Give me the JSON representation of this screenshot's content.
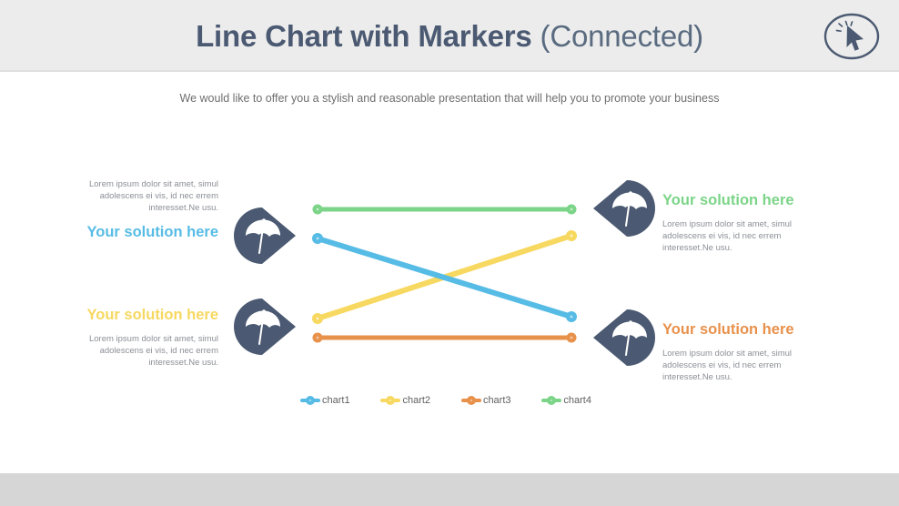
{
  "header": {
    "title_bold": "Line Chart with Markers",
    "title_light": "(Connected)",
    "logo_icon": "cursor-click-icon"
  },
  "subtitle": "We would like to offer you a stylish and reasonable presentation that will help you to promote your business",
  "colors": {
    "chart1_blue": "#57BCE5",
    "chart2_yellow": "#F7D860",
    "chart3_orange": "#E8914B",
    "chart4_green": "#7BD488",
    "icon_navy": "#4B5A72",
    "title_navy": "#4B5A72",
    "header_band": "#ECECEC",
    "footer_band": "#D6D6D6",
    "lorem_gray": "#8B8F96"
  },
  "lorem_text": "Lorem  ipsum dolor sit amet,  simul adolescens  ei vis, id nec errem interesset.Ne   usu.",
  "callouts": [
    {
      "id": "left-top",
      "heading": "Your solution here",
      "heading_color": "#57BCE5",
      "body": "Lorem  ipsum dolor sit amet,  simul adolescens  ei vis, id nec errem interesset.Ne   usu.",
      "icon": "beach-umbrella-icon",
      "align": "right"
    },
    {
      "id": "left-bottom",
      "heading": "Your solution here",
      "heading_color": "#F7D860",
      "body": "Lorem  ipsum dolor sit amet,  simul adolescens  ei vis, id nec errem interesset.Ne   usu.",
      "icon": "beach-umbrella-icon",
      "align": "right"
    },
    {
      "id": "right-top",
      "heading": "Your solution here",
      "heading_color": "#7BD488",
      "body": "Lorem  ipsum dolor sit amet,  simul adolescens  ei vis, id nec errem interesset.Ne   usu.",
      "icon": "beach-umbrella-icon",
      "align": "left"
    },
    {
      "id": "right-bottom",
      "heading": "Your solution here",
      "heading_color": "#E8914B",
      "body": "Lorem  ipsum dolor sit amet,  simul adolescens  ei vis, id nec errem interesset.Ne   usu.",
      "icon": "beach-umbrella-icon",
      "align": "left"
    }
  ],
  "chart_data": {
    "type": "line",
    "title": "Line Chart with Markers (Connected)",
    "xlabel": "",
    "ylabel": "",
    "grid": false,
    "legend_position": "bottom",
    "markers": true,
    "x": [
      1,
      2
    ],
    "xlim": [
      1,
      2
    ],
    "ylim": [
      0,
      100
    ],
    "series": [
      {
        "name": "chart1",
        "color": "#57BCE5",
        "values": [
          80,
          30
        ]
      },
      {
        "name": "chart2",
        "color": "#F7D860",
        "values": [
          29,
          82
        ]
      },
      {
        "name": "chart3",
        "color": "#E8914B",
        "values": [
          17,
          17
        ]
      },
      {
        "name": "chart4",
        "color": "#7BD488",
        "values": [
          99,
          99
        ]
      }
    ]
  },
  "legend": [
    {
      "label": "chart1",
      "color": "#57BCE5"
    },
    {
      "label": "chart2",
      "color": "#F7D860"
    },
    {
      "label": "chart3",
      "color": "#E8914B"
    },
    {
      "label": "chart4",
      "color": "#7BD488"
    }
  ]
}
